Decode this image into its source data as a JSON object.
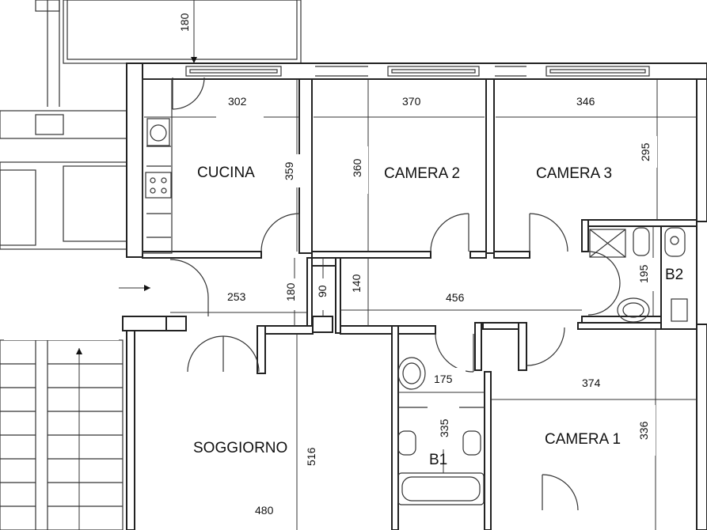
{
  "rooms": {
    "cucina": "CUCINA",
    "camera2": "CAMERA 2",
    "camera3": "CAMERA 3",
    "soggiorno": "SOGGIORNO",
    "camera1": "CAMERA 1",
    "b1": "B1",
    "b2": "B2"
  },
  "dimensions": {
    "d180_top": "180",
    "d302": "302",
    "d370": "370",
    "d346": "346",
    "d295": "295",
    "d359": "359",
    "d360": "360",
    "d253": "253",
    "d180_mid": "180",
    "d90": "90",
    "d140": "140",
    "d456": "456",
    "d195": "195",
    "d175": "175",
    "d335": "335",
    "d374": "374",
    "d336": "336",
    "d516": "516",
    "d480": "480"
  }
}
